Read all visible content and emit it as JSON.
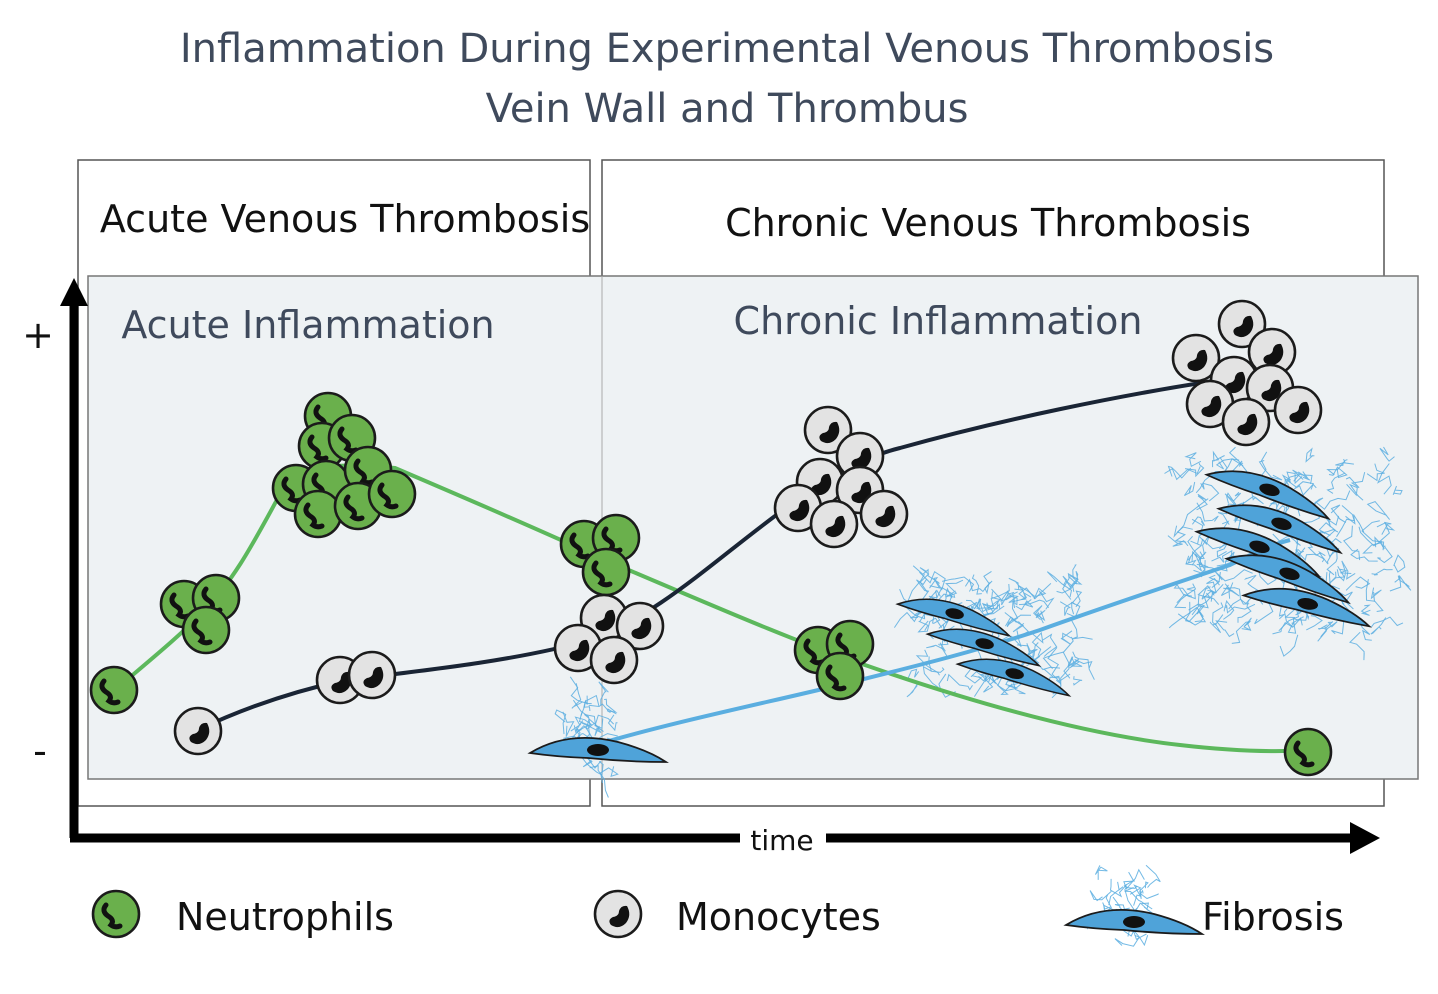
{
  "title": {
    "line1": "Inflammation During Experimental Venous Thrombosis",
    "line2": "Vein Wall and Thrombus"
  },
  "phases": {
    "acute": "Acute Venous Thrombosis",
    "chronic": "Chronic Venous Thrombosis"
  },
  "inflammation": {
    "acute": "Acute Inflammation",
    "chronic": "Chronic Inflammation"
  },
  "axis": {
    "plus": "+",
    "minus": "-",
    "time": "time"
  },
  "legend": {
    "neutrophils": "Neutrophils",
    "monocytes": "Monocytes",
    "fibrosis": "Fibrosis"
  },
  "colors": {
    "neutrophil": "#6ab04c",
    "neutrophil_line": "#5cb85c",
    "monocyte": "#d9d9d9",
    "monocyte_line": "#1a2535",
    "fibrosis": "#4fa3d9",
    "fibrosis_line": "#5aaee0",
    "panel": "#eef2f4"
  }
}
